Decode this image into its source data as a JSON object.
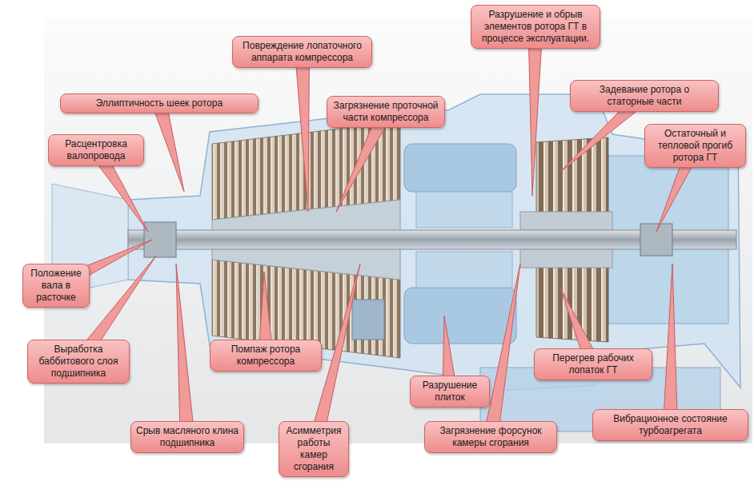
{
  "diagram": {
    "nodes": [
      {
        "text": [
          "Повреждение лопаточного аппарата компрессора"
        ]
      },
      {
        "text": [
          "Разрушение и обрыв элементов ротора ГТ в процессе эксплуатации."
        ]
      },
      {
        "text": [
          "Эллиптичность шеек ротора"
        ]
      },
      {
        "text": [
          "Загрязнение проточной части компрессора"
        ]
      },
      {
        "text": [
          "Задевание ротора о статорные части"
        ]
      },
      {
        "text": [
          "Расцентровка валопровода"
        ]
      },
      {
        "text": [
          "Остаточный и тепловой прогиб ротора ГТ"
        ]
      },
      {
        "text": [
          "Положение вала в расточке"
        ]
      },
      {
        "text": [
          "Выработка баббитового слоя подшипника"
        ]
      },
      {
        "text": [
          "Помпаж ротора компрессора"
        ]
      },
      {
        "text": [
          "Перегрев рабочих лопаток ГТ"
        ]
      },
      {
        "text": [
          "Разрушение плиток"
        ]
      },
      {
        "text": [
          "Срыв масляного клина подшипника"
        ]
      },
      {
        "text": [
          "Асимметрия работы камер сгорания"
        ]
      },
      {
        "text": [
          "Загрязнение форсунок камеры сгорания"
        ]
      },
      {
        "text": [
          "Вибрационное состояние турбоагрегата"
        ]
      }
    ]
  }
}
